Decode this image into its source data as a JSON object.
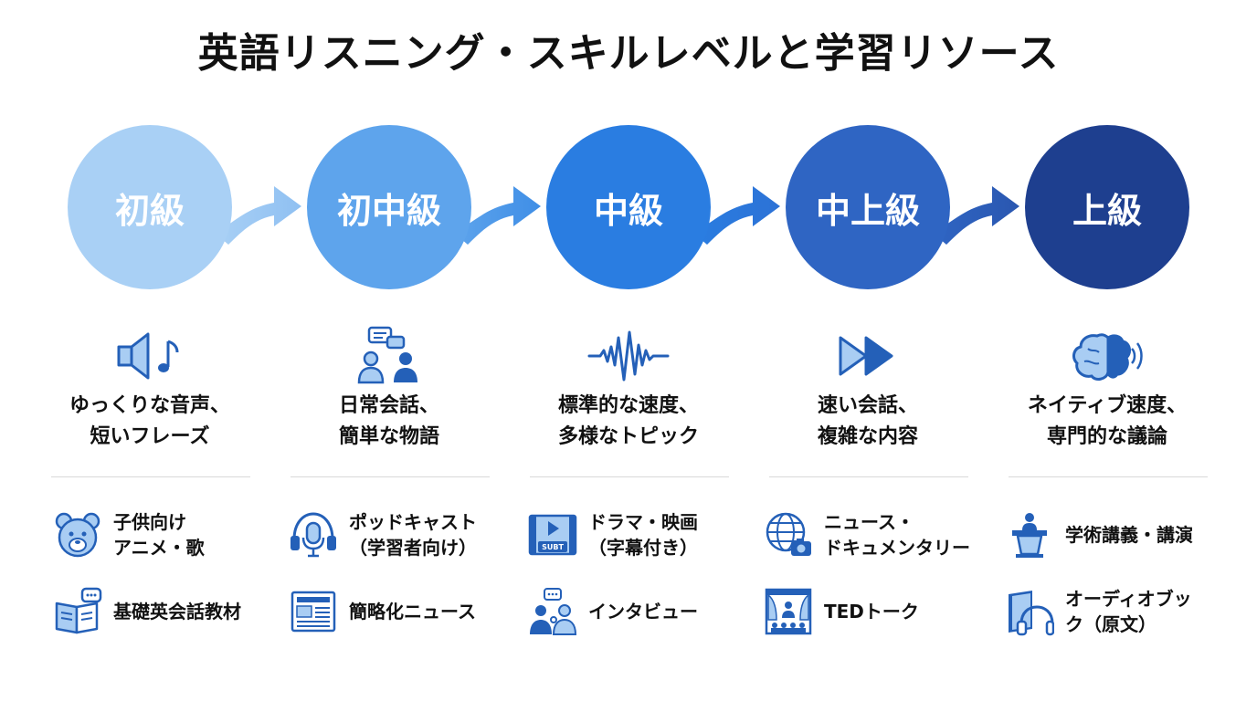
{
  "title": "英語リスニング・スキルレベルと学習リソース",
  "colors": {
    "level1": "#a9d0f5",
    "level2": "#5ea4ec",
    "level3": "#2a7de1",
    "level4": "#2f65c3",
    "level5": "#1e3f8f",
    "icon": "#2460b8"
  },
  "levels": [
    {
      "name": "初級",
      "icon": "speaker-music-icon",
      "description": "ゆっくりな音声、\n短いフレーズ",
      "resources": [
        {
          "icon": "teddy-bear-icon",
          "label": "子供向け\nアニメ・歌"
        },
        {
          "icon": "book-chat-icon",
          "label": "基礎英会話教材"
        }
      ]
    },
    {
      "name": "初中級",
      "icon": "conversation-people-icon",
      "description": "日常会話、\n簡単な物語",
      "resources": [
        {
          "icon": "headphones-mic-icon",
          "label": "ポッドキャスト\n（学習者向け）"
        },
        {
          "icon": "newspaper-icon",
          "label": "簡略化ニュース"
        }
      ]
    },
    {
      "name": "中級",
      "icon": "sound-wave-icon",
      "description": "標準的な速度、\n多様なトピック",
      "resources": [
        {
          "icon": "film-subtitle-icon",
          "label": "ドラマ・映画\n（字幕付き）"
        },
        {
          "icon": "interview-icon",
          "label": "インタビュー"
        }
      ]
    },
    {
      "name": "中上級",
      "icon": "fast-forward-icon",
      "description": "速い会話、\n複雑な内容",
      "resources": [
        {
          "icon": "globe-camera-icon",
          "label": "ニュース・\nドキュメンタリー"
        },
        {
          "icon": "stage-talk-icon",
          "label": "TEDトーク"
        }
      ]
    },
    {
      "name": "上級",
      "icon": "brain-sound-icon",
      "description": "ネイティブ速度、\n専門的な議論",
      "resources": [
        {
          "icon": "lecture-podium-icon",
          "label": "学術講義・講演"
        },
        {
          "icon": "audiobook-icon",
          "label": "オーディオブッ\nク（原文）"
        }
      ]
    }
  ]
}
